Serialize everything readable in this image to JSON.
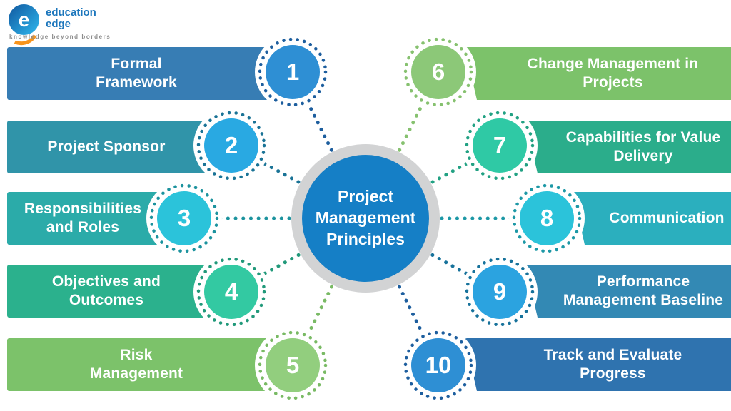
{
  "logo": {
    "mark_letter": "e",
    "name_line1": "education",
    "name_line2": "edge",
    "tagline": "knowledge beyond borders",
    "brand_blue": "#1C76BC",
    "accent_orange": "#F7941D"
  },
  "center": {
    "title_lines": [
      "Project",
      "Management",
      "Principles"
    ],
    "fill": "#157FC6",
    "ring": "#D2D3D4"
  },
  "items": [
    {
      "number": "1",
      "label_lines": [
        "Formal",
        "Framework"
      ],
      "side": "left",
      "bar_color": "#377DB4",
      "circle_fill": "#2E8FD4",
      "dot_color": "#1D5E9E"
    },
    {
      "number": "2",
      "label_lines": [
        "Project Sponsor"
      ],
      "side": "left",
      "bar_color": "#3094A9",
      "circle_fill": "#29A9E2",
      "dot_color": "#1A7396"
    },
    {
      "number": "3",
      "label_lines": [
        "Responsibilities",
        "and Roles"
      ],
      "side": "left",
      "bar_color": "#2BABA9",
      "circle_fill": "#2BC3DA",
      "dot_color": "#1C939E"
    },
    {
      "number": "4",
      "label_lines": [
        "Objectives and",
        "Outcomes"
      ],
      "side": "left",
      "bar_color": "#2BB18D",
      "circle_fill": "#33C9A2",
      "dot_color": "#21997A"
    },
    {
      "number": "5",
      "label_lines": [
        "Risk",
        "Management"
      ],
      "side": "left",
      "bar_color": "#7CC26A",
      "circle_fill": "#92CE7E",
      "dot_color": "#79BA64"
    },
    {
      "number": "6",
      "label_lines": [
        "Change Management in",
        "Projects"
      ],
      "side": "right",
      "bar_color": "#7CC26A",
      "circle_fill": "#8CC878",
      "dot_color": "#86C16F"
    },
    {
      "number": "7",
      "label_lines": [
        "Capabilities for Value",
        "Delivery"
      ],
      "side": "right",
      "bar_color": "#2BAD8B",
      "circle_fill": "#2FC9A5",
      "dot_color": "#22A183"
    },
    {
      "number": "8",
      "label_lines": [
        "Communication"
      ],
      "side": "right",
      "bar_color": "#2BAFBE",
      "circle_fill": "#2BC3DA",
      "dot_color": "#1D98A6"
    },
    {
      "number": "9",
      "label_lines": [
        "Performance",
        "Management Baseline"
      ],
      "side": "right",
      "bar_color": "#3389B4",
      "circle_fill": "#2BA3E0",
      "dot_color": "#17729B"
    },
    {
      "number": "10",
      "label_lines": [
        "Track and Evaluate",
        "Progress"
      ],
      "side": "right",
      "bar_color": "#2F73AF",
      "circle_fill": "#2E8FD4",
      "dot_color": "#1D5E9E"
    }
  ]
}
